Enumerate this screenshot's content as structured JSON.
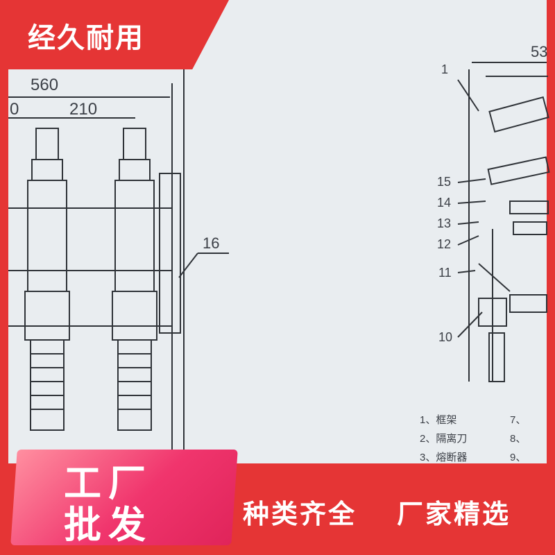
{
  "badges": {
    "top": "经久耐用",
    "bottom_line1": "工厂",
    "bottom_line2": "批发"
  },
  "slogans": {
    "left": "种类齐全",
    "right": "厂家精选"
  },
  "drawing": {
    "dim_560": "560",
    "dim_0": "0",
    "dim_210": "210",
    "dim_53": "53",
    "callout_16": "16",
    "callouts": [
      "1",
      "15",
      "14",
      "13",
      "12",
      "11",
      "10"
    ],
    "legend": [
      "1、框架",
      "2、隔离刀",
      "3、熔断器",
      "7、",
      "8、",
      "9、"
    ]
  },
  "colors": {
    "brand_red": "#e53535",
    "badge_pink": "#f0356d",
    "background": "#e9edf0"
  }
}
